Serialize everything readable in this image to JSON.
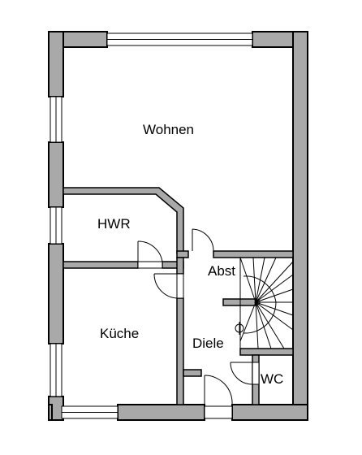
{
  "rooms": {
    "wohnen": "Wohnen",
    "hwr": "HWR",
    "kueche": "Küche",
    "diele": "Diele",
    "abst": "Abst",
    "wc": "WC"
  },
  "colors": {
    "wall": "#a9a9a9",
    "line": "#000000",
    "background": "#ffffff"
  }
}
